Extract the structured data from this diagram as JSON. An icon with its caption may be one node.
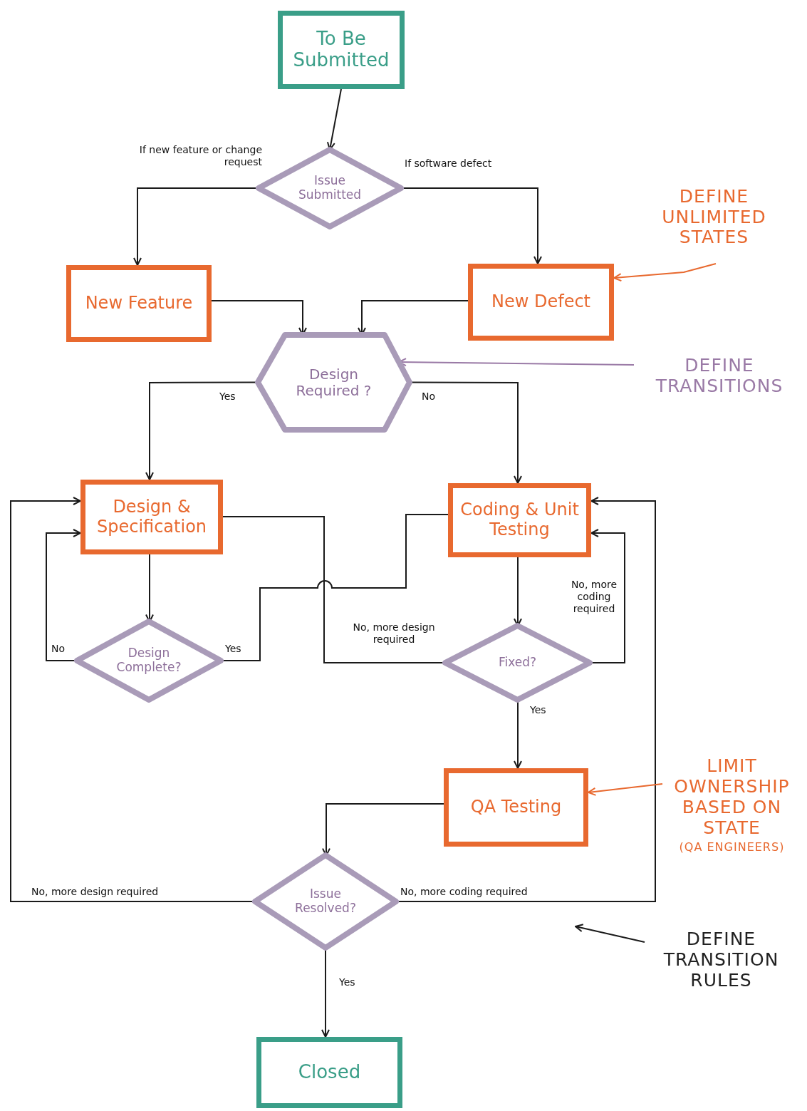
{
  "diagram": {
    "nodes": [
      {
        "text": [
          "To Be Submitted"
        ]
      },
      {
        "text": [
          "Issue Submitted"
        ]
      },
      {
        "text": [
          "New Feature"
        ]
      },
      {
        "text": [
          "New Defect"
        ]
      },
      {
        "text": [
          "Design Required ?"
        ]
      },
      {
        "text": [
          "Design & Specification"
        ]
      },
      {
        "text": [
          "Coding & Unit Testing"
        ]
      },
      {
        "text": [
          "Design Complete?"
        ]
      },
      {
        "text": [
          "Fixed?"
        ]
      },
      {
        "text": [
          "QA Testing"
        ]
      },
      {
        "text": [
          "Issue Resolved?"
        ]
      },
      {
        "text": [
          "Closed"
        ]
      },
      {
        "text": [
          "DEFINE UNLIMITED STATES"
        ]
      },
      {
        "text": [
          "DEFINE TRANSITIONS"
        ]
      },
      {
        "text": [
          "LIMIT OWNERSHIP BASED ON STATE",
          "(QA ENGINEERS)"
        ]
      },
      {
        "text": [
          "DEFINE TRANSITION RULES"
        ]
      }
    ],
    "edges": [
      {
        "from": 0,
        "to": 1,
        "arrow": "to"
      },
      {
        "from": 1,
        "to": 2,
        "arrow": "to",
        "label": "If new feature or change request"
      },
      {
        "from": 1,
        "to": 3,
        "arrow": "to",
        "label": "If software defect"
      },
      {
        "from": 2,
        "to": 4,
        "arrow": "to"
      },
      {
        "from": 3,
        "to": 4,
        "arrow": "to"
      },
      {
        "from": 4,
        "to": 5,
        "arrow": "to",
        "label": "Yes"
      },
      {
        "from": 4,
        "to": 6,
        "arrow": "to",
        "label": "No"
      },
      {
        "from": 5,
        "to": 7,
        "arrow": "to"
      },
      {
        "from": 7,
        "to": 5,
        "arrow": "to",
        "label": "No"
      },
      {
        "from": 7,
        "to": 6,
        "arrow": "none",
        "label": "Yes"
      },
      {
        "from": 8,
        "to": 5,
        "arrow": "none",
        "label": "No, more design required"
      },
      {
        "from": 6,
        "to": 8,
        "arrow": "to"
      },
      {
        "from": 8,
        "to": 6,
        "arrow": "to",
        "label": "No, more coding required"
      },
      {
        "from": 8,
        "to": 9,
        "arrow": "to",
        "label": "Yes"
      },
      {
        "from": 9,
        "to": 10,
        "arrow": "to"
      },
      {
        "from": 10,
        "to": 5,
        "arrow": "to",
        "label": "No, more design required"
      },
      {
        "from": 10,
        "to": 6,
        "arrow": "to",
        "label": "No, more coding required"
      },
      {
        "from": 10,
        "to": 11,
        "arrow": "to",
        "label": "Yes"
      },
      {
        "from": 12,
        "to": 3,
        "arrow": "to",
        "color": "#e8692f"
      },
      {
        "from": 13,
        "to": 4,
        "arrow": "to",
        "color": "#9a7aa6"
      },
      {
        "from": 14,
        "to": 9,
        "arrow": "to",
        "color": "#e8692f"
      },
      {
        "from": 15,
        "to": null,
        "arrow": "to"
      }
    ]
  }
}
